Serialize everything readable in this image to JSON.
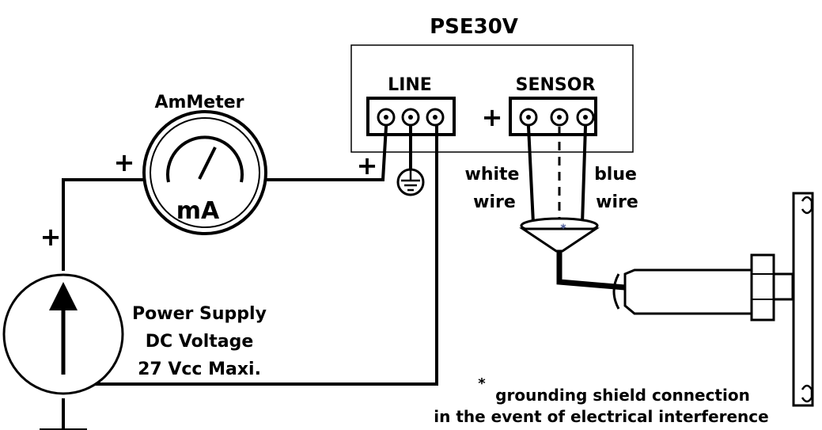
{
  "device": {
    "title": "PSE30V",
    "line_label": "LINE",
    "sensor_label": "SENSOR"
  },
  "ammeter": {
    "label": "AmMeter",
    "unit": "mA"
  },
  "power_supply": {
    "line1": "Power Supply",
    "line2": "DC Voltage",
    "line3": "27 Vcc Maxi."
  },
  "wires": {
    "white_1": "white",
    "white_2": "wire",
    "blue_1": "blue",
    "blue_2": "wire"
  },
  "symbols": {
    "plus": "+",
    "asterisk": "*"
  },
  "note": {
    "line1": "grounding shield connection",
    "line2": "in the event of electrical interference"
  },
  "colors": {
    "ink": "#000000",
    "background": "#ffffff",
    "asterisk": "#4a5a9a"
  }
}
